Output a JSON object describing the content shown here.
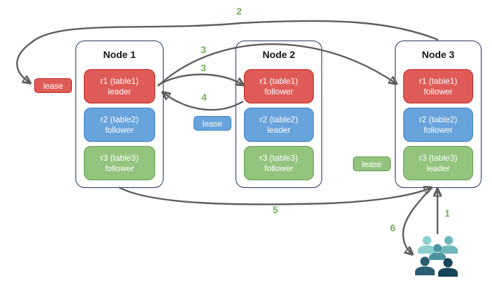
{
  "nodes": [
    {
      "title": "Node 1",
      "replicas": [
        {
          "name": "r1 (table1)",
          "role": "leader"
        },
        {
          "name": "r2 (table2)",
          "role": "follower"
        },
        {
          "name": "r3 (table3)",
          "role": "follower"
        }
      ]
    },
    {
      "title": "Node 2",
      "replicas": [
        {
          "name": "r1 (table1)",
          "role": "follower"
        },
        {
          "name": "r2 (table2)",
          "role": "leader"
        },
        {
          "name": "r3 (table3)",
          "role": "follower"
        }
      ]
    },
    {
      "title": "Node 3",
      "replicas": [
        {
          "name": "r1 (table1)",
          "role": "follower"
        },
        {
          "name": "r2 (table2)",
          "role": "follower"
        },
        {
          "name": "r3 (table3)",
          "role": "leader"
        }
      ]
    }
  ],
  "leases": [
    {
      "label": "lease",
      "color": "#df5b57"
    },
    {
      "label": "lease",
      "color": "#68a3db"
    },
    {
      "label": "lease",
      "color": "#93c47d"
    }
  ],
  "steps": [
    {
      "label": "1"
    },
    {
      "label": "2"
    },
    {
      "label": "3"
    },
    {
      "label": "3"
    },
    {
      "label": "4"
    },
    {
      "label": "5"
    },
    {
      "label": "6"
    }
  ],
  "colors": {
    "replica_red_fill": "#df5b57",
    "replica_red_border": "#c0241f",
    "replica_blue_fill": "#68a3db",
    "replica_blue_border": "#4383c6",
    "replica_green_fill": "#93c47d",
    "replica_green_border": "#5d9b49",
    "node_border": "#26365f",
    "arrow": "#5e5e5e",
    "step_label": "#75ad57",
    "users_teal_light": "#8ad0ce",
    "users_teal_medium": "#6fb7ba",
    "users_teal": "#4b93a1",
    "users_navy": "#295d6f",
    "users_navy_dark": "#16455a"
  },
  "icons": {
    "users_group": "users-group-icon"
  }
}
